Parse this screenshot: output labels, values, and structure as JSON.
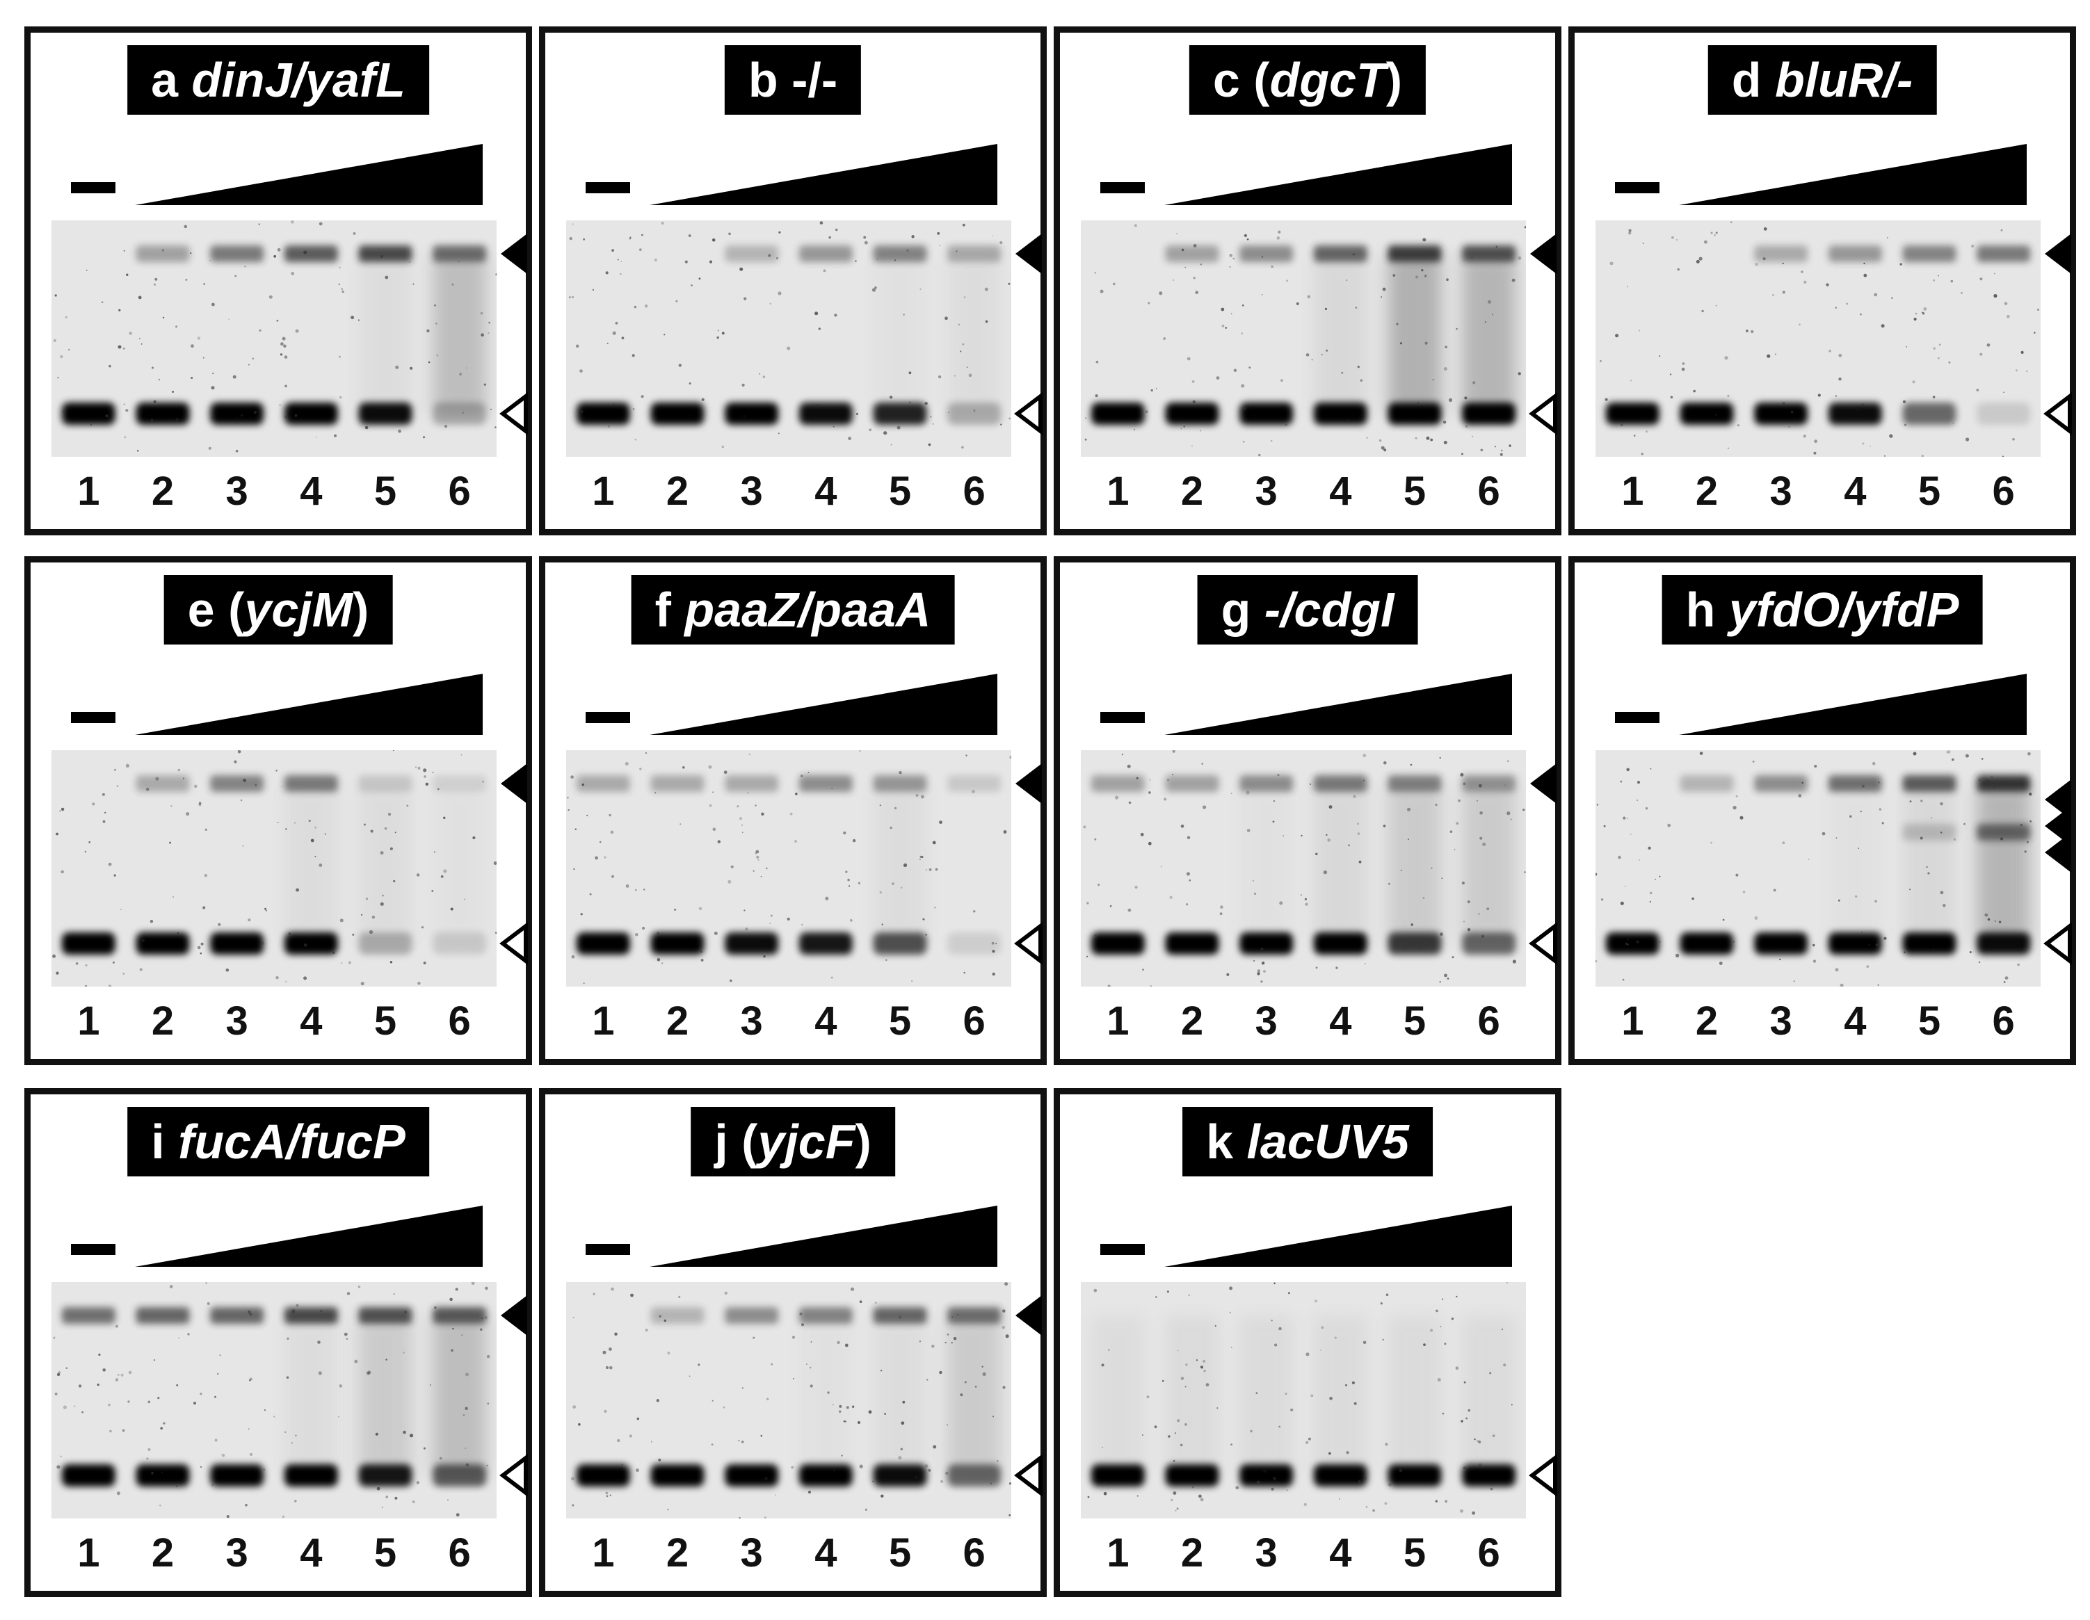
{
  "figure": {
    "panels": [
      {
        "id": "a",
        "letter": "a",
        "label": "dinJ/yafL",
        "label_style": "italic",
        "lanes": [
          "1",
          "2",
          "3",
          "4",
          "5",
          "6"
        ],
        "markers": [
          {
            "type": "bound-filled"
          },
          {
            "type": "free-open"
          }
        ],
        "free_band_intensity": [
          1,
          1,
          1,
          1,
          0.95,
          0.25
        ],
        "bound_bands": [
          [
            0,
            0.35,
            0.55,
            0.7,
            0.8,
            0.6
          ]
        ],
        "smear_intensity": [
          0,
          0,
          0,
          0,
          0.1,
          0.45
        ]
      },
      {
        "id": "b",
        "letter": "b",
        "label": "-/-",
        "label_style": "plain",
        "lanes": [
          "1",
          "2",
          "3",
          "4",
          "5",
          "6"
        ],
        "markers": [
          {
            "type": "bound-filled"
          },
          {
            "type": "free-open"
          }
        ],
        "free_band_intensity": [
          1,
          1,
          1,
          0.95,
          0.85,
          0.25
        ],
        "bound_bands": [
          [
            0,
            0,
            0.25,
            0.4,
            0.5,
            0.3
          ]
        ],
        "smear_intensity": [
          0,
          0,
          0,
          0,
          0.05,
          0.1
        ]
      },
      {
        "id": "c",
        "letter": "c",
        "label": "(dgcT)",
        "label_style": "paren-italic",
        "lanes": [
          "1",
          "2",
          "3",
          "4",
          "5",
          "6"
        ],
        "markers": [
          {
            "type": "bound-filled"
          },
          {
            "type": "free-open"
          }
        ],
        "free_band_intensity": [
          1,
          1,
          1,
          1,
          1,
          1
        ],
        "bound_bands": [
          [
            0,
            0.35,
            0.45,
            0.65,
            0.85,
            0.75
          ]
        ],
        "smear_intensity": [
          0,
          0,
          0,
          0.15,
          0.6,
          0.55
        ]
      },
      {
        "id": "d",
        "letter": "d",
        "label": "bluR/-",
        "label_style": "italic",
        "lanes": [
          "1",
          "2",
          "3",
          "4",
          "5",
          "6"
        ],
        "markers": [
          {
            "type": "bound-filled"
          },
          {
            "type": "free-open"
          }
        ],
        "free_band_intensity": [
          1,
          1,
          1,
          0.95,
          0.55,
          0.12
        ],
        "bound_bands": [
          [
            0,
            0,
            0.3,
            0.4,
            0.5,
            0.55
          ]
        ],
        "smear_intensity": [
          0,
          0,
          0,
          0,
          0,
          0
        ]
      },
      {
        "id": "e",
        "letter": "e",
        "label": "(ycjM)",
        "label_style": "paren-italic",
        "lanes": [
          "1",
          "2",
          "3",
          "4",
          "5",
          "6"
        ],
        "markers": [
          {
            "type": "bound-filled"
          },
          {
            "type": "free-open"
          }
        ],
        "free_band_intensity": [
          1,
          1,
          1,
          1,
          0.25,
          0.12
        ],
        "bound_bands": [
          [
            0,
            0.3,
            0.5,
            0.55,
            0.15,
            0.1
          ]
        ],
        "smear_intensity": [
          0,
          0,
          0,
          0.1,
          0.1,
          0.05
        ]
      },
      {
        "id": "f",
        "letter": "f",
        "label": "paaZ/paaA",
        "label_style": "italic",
        "lanes": [
          "1",
          "2",
          "3",
          "4",
          "5",
          "6"
        ],
        "markers": [
          {
            "type": "bound-filled"
          },
          {
            "type": "free-open"
          }
        ],
        "free_band_intensity": [
          1,
          1,
          0.95,
          0.9,
          0.65,
          0.1
        ],
        "bound_bands": [
          [
            0.3,
            0.3,
            0.3,
            0.45,
            0.4,
            0.15
          ]
        ],
        "smear_intensity": [
          0,
          0,
          0,
          0,
          0.1,
          0
        ]
      },
      {
        "id": "g",
        "letter": "g",
        "label": "-/cdgI",
        "label_style": "italic",
        "lanes": [
          "1",
          "2",
          "3",
          "4",
          "5",
          "6"
        ],
        "markers": [
          {
            "type": "bound-filled"
          },
          {
            "type": "free-open"
          }
        ],
        "free_band_intensity": [
          1,
          1,
          1,
          1,
          0.75,
          0.55
        ],
        "bound_bands": [
          [
            0.35,
            0.35,
            0.45,
            0.55,
            0.5,
            0.4
          ]
        ],
        "smear_intensity": [
          0,
          0,
          0.05,
          0.15,
          0.3,
          0.3
        ]
      },
      {
        "id": "h",
        "letter": "h",
        "label": "yfdO/yfdP",
        "label_style": "italic",
        "lanes": [
          "1",
          "2",
          "3",
          "4",
          "5",
          "6"
        ],
        "markers": [
          {
            "type": "bound-filled"
          },
          {
            "type": "bound-filled"
          },
          {
            "type": "bound-filled"
          },
          {
            "type": "free-open"
          }
        ],
        "free_band_intensity": [
          1,
          1,
          1,
          1,
          1,
          0.95
        ],
        "bound_bands": [
          [
            0,
            0.25,
            0.45,
            0.6,
            0.7,
            0.9
          ],
          [
            0,
            0,
            0,
            0,
            0.2,
            0.6
          ]
        ],
        "smear_intensity": [
          0,
          0,
          0,
          0.05,
          0.15,
          0.55
        ]
      },
      {
        "id": "i",
        "letter": "i",
        "label": "fucA/fucP",
        "label_style": "italic",
        "lanes": [
          "1",
          "2",
          "3",
          "4",
          "5",
          "6"
        ],
        "markers": [
          {
            "type": "bound-filled"
          },
          {
            "type": "free-open"
          }
        ],
        "free_band_intensity": [
          1,
          1,
          1,
          1,
          0.9,
          0.6
        ],
        "bound_bands": [
          [
            0.6,
            0.65,
            0.65,
            0.8,
            0.75,
            0.7
          ]
        ],
        "smear_intensity": [
          0,
          0,
          0,
          0.1,
          0.3,
          0.45
        ]
      },
      {
        "id": "j",
        "letter": "j",
        "label": "(yjcF)",
        "label_style": "paren-italic",
        "lanes": [
          "1",
          "2",
          "3",
          "4",
          "5",
          "6"
        ],
        "markers": [
          {
            "type": "bound-filled"
          },
          {
            "type": "free-open"
          }
        ],
        "free_band_intensity": [
          1,
          1,
          1,
          1,
          0.95,
          0.55
        ],
        "bound_bands": [
          [
            0,
            0.25,
            0.45,
            0.5,
            0.65,
            0.6
          ]
        ],
        "smear_intensity": [
          0,
          0,
          0,
          0.05,
          0.1,
          0.3
        ]
      },
      {
        "id": "k",
        "letter": "k",
        "label": "lacUV5",
        "label_style": "italic",
        "lanes": [
          "1",
          "2",
          "3",
          "4",
          "5",
          "6"
        ],
        "markers": [
          {
            "type": "free-open"
          }
        ],
        "free_band_intensity": [
          1,
          1,
          1,
          1,
          1,
          1
        ],
        "bound_bands": [
          [
            0,
            0,
            0,
            0,
            0,
            0
          ]
        ],
        "smear_intensity": [
          0.1,
          0.12,
          0.12,
          0.12,
          0.12,
          0.12
        ]
      }
    ]
  }
}
